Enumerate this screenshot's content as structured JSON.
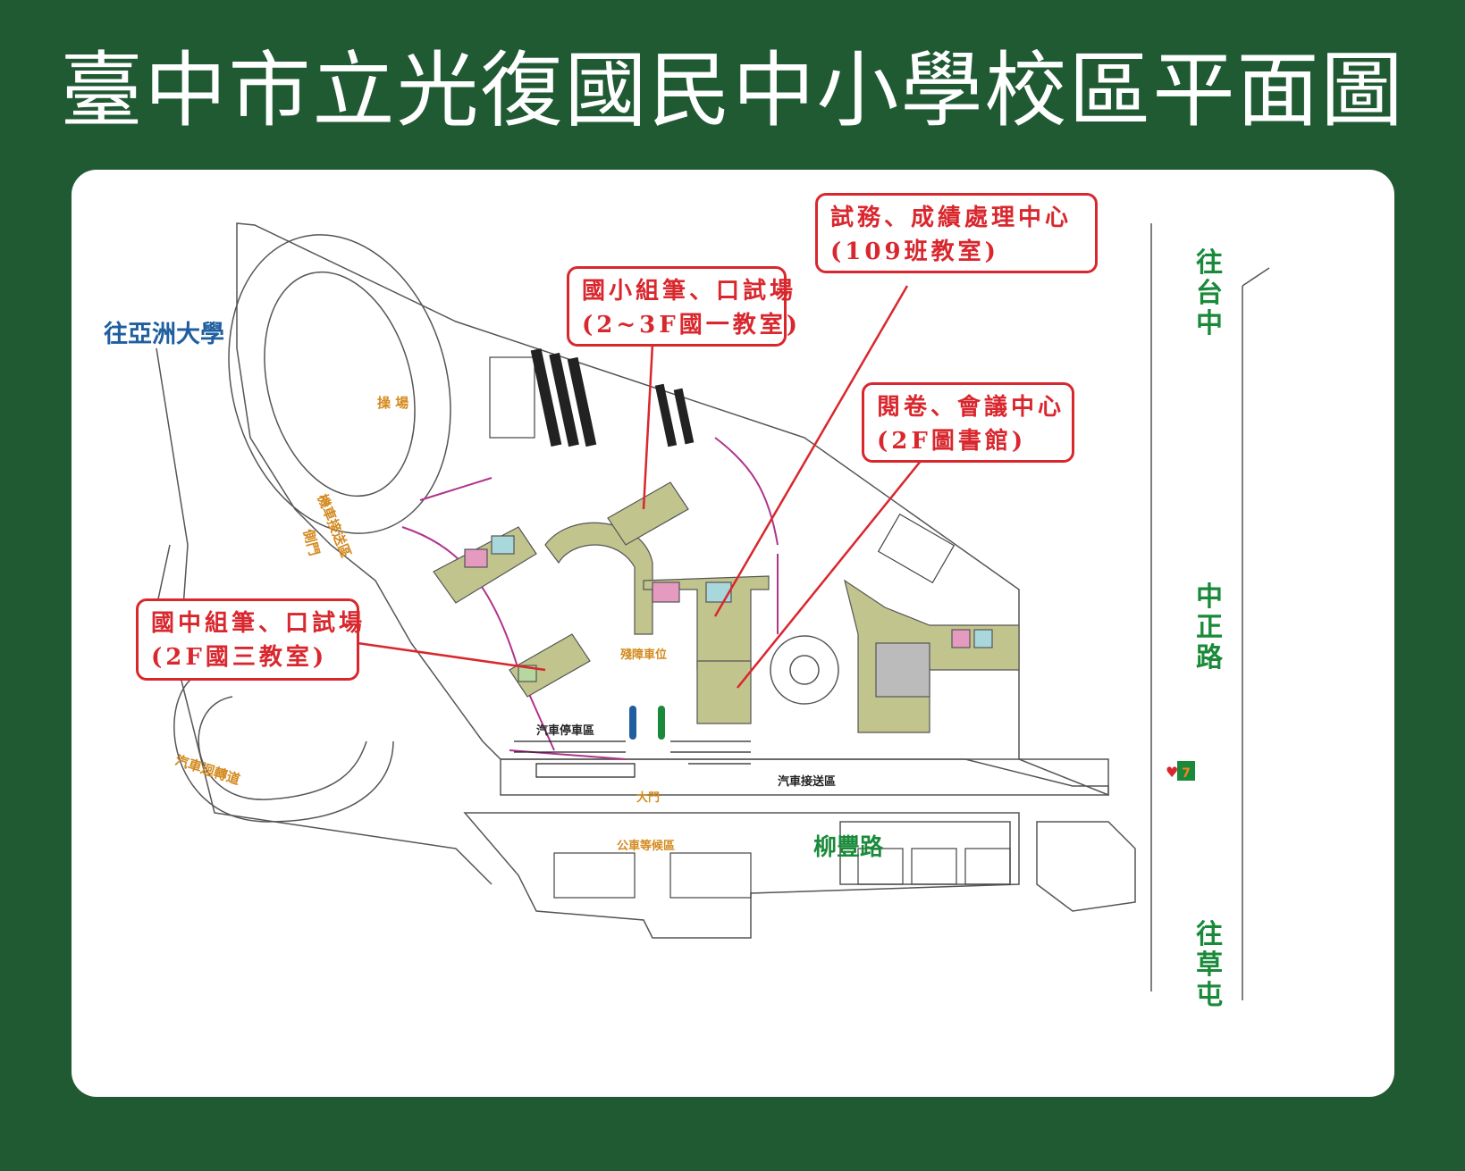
{
  "title": "臺中市立光復國民中小學校區平面圖",
  "directions": {
    "to_asia_univ": "往亞洲大學",
    "to_taichung": "往台中",
    "to_caotun": "往草屯",
    "zhongzheng_road": "中正路",
    "liufeng_road": "柳豐路"
  },
  "areas": {
    "playground": "操 場",
    "scooter_dropoff": "機車接送區",
    "side_gate": "側門",
    "car_turnaround": "汽車迴轉道",
    "car_parking": "汽車停車區",
    "car_dropoff": "汽車接送區",
    "main_gate": "大門",
    "bus_waiting": "公車等候區",
    "accessible_parking": "殘障車位"
  },
  "callouts": {
    "exam_center": {
      "line1": "試務、成績處理中心",
      "line2": "(109班教室)"
    },
    "elementary_exam": {
      "line1": "國小組筆、口試場",
      "line2": "(2~3F國一教室)"
    },
    "grading_center": {
      "line1": "閱卷、會議中心",
      "line2": "(2F圖書館)"
    },
    "junior_exam": {
      "line1": "國中組筆、口試場",
      "line2": "(2F國三教室)"
    }
  },
  "colors": {
    "background_green": "#1f5a33",
    "callout_red": "#d9272e",
    "building_olive": "#c2c48e",
    "path_purple": "#b0338c"
  }
}
